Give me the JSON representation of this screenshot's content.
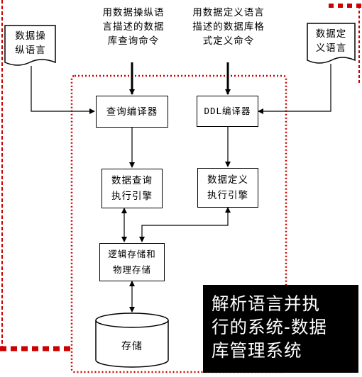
{
  "query_annotation": "用数据操纵语\n言描述的数据\n库查询命令",
  "ddl_annotation": "用数据定义语言\n描述的数据库格\n式定义命令",
  "dml_document": "数据操\n纵语言",
  "ddl_document": "数据定\n义语言",
  "query_compiler": "查询编译器",
  "ddl_compiler": "DDL编译器",
  "query_engine": "数据查询\n执行引擎",
  "ddl_engine": "数据定义\n执行引擎",
  "logical_storage": "逻辑存储和\n物理存储",
  "storage": "存储",
  "callout_text": "解析语言并执\n行的系统-数据\n库管理系统",
  "colors": {
    "dashed_border": "#cc0000",
    "callout_bg": "#000000",
    "callout_fg": "#ffffff"
  },
  "icons": [
    "document-icon",
    "cylinder-icon"
  ]
}
